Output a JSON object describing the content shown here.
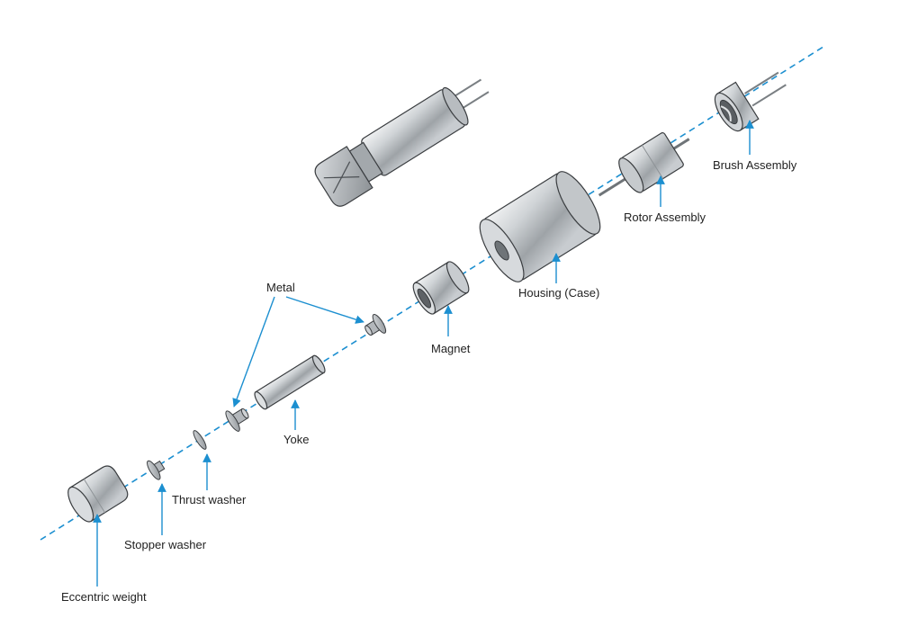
{
  "labels": {
    "metal": "Metal",
    "magnet": "Magnet",
    "housing": "Housing (Case)",
    "rotor": "Rotor Assembly",
    "brush": "Brush Assembly",
    "yoke": "Yoke",
    "thrust_washer": "Thrust washer",
    "stopper_washer": "Stopper washer",
    "eccentric_weight": "Eccentric weight"
  },
  "colors": {
    "axis": "#1c8fd0",
    "leader": "#1c8fd0",
    "metal_light": "#e6e8ea",
    "metal_mid": "#b9bdc1",
    "metal_dark": "#6f7478",
    "outline": "#3a3d40"
  },
  "icons": {
    "pointer": "arrowhead"
  }
}
